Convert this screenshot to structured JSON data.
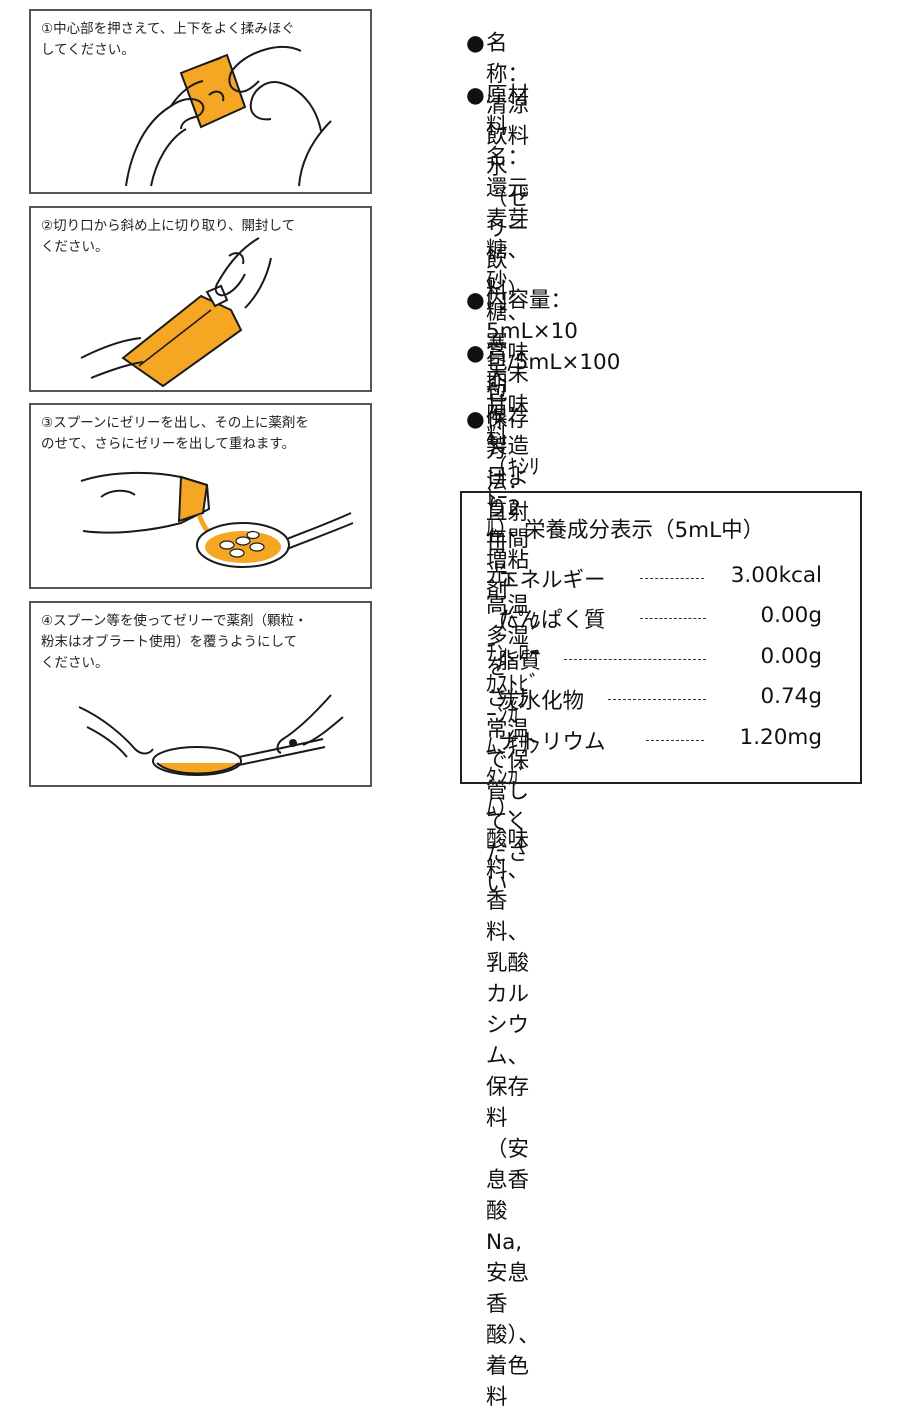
{
  "steps": [
    {
      "text": "①中心部を押さえて、上下をよく揉みほぐ\nしてください。"
    },
    {
      "text": "②切り口から斜め上に切り取り、開封して\nください。"
    },
    {
      "text": "③スプーンにゼリーを出し、その上に薬剤を\nのせて、さらにゼリーを出して重ねます。"
    },
    {
      "text": "④スプーン等を使ってゼリーで薬剤（顆粒・\n粉末はオブラート使用）を覆うようにして\nください。"
    }
  ],
  "info": {
    "bullet": "●",
    "name": "名称：清涼飲料水（ゼリー飲料）",
    "ingredients": "原材料名：還元麦芽糖、砂糖、寒\n天末甘味料 （ｷｼﾘﾄｰﾙ）、増粘剤\n（ﾍﾟｸﾁﾝ､ﾛｰｶｽﾄﾋﾞｰﾝｶﾞﾑ､ｷｻﾝﾀﾝｶﾞﾑ）、\n酸味料、香料、乳酸カルシウム、\n保存料（安息香酸Na,安息香酸）、\n着色料",
    "volume": "内容量：5mL×10包/5mL×100包",
    "expiry": "賞味期限：製造日より2年間",
    "storage": "保存方法：直射日光、高温多湿を\nさけ常温で保管してください"
  },
  "nutrition": {
    "title": "栄養成分表示（5mL中）",
    "rows": [
      {
        "name": "エネルギー",
        "value": "3.00kcal"
      },
      {
        "name": "たんぱく質",
        "value": "0.00g"
      },
      {
        "name": "脂質",
        "value": "0.00g"
      },
      {
        "name": "炭水化物",
        "value": "0.74g"
      },
      {
        "name": "ナトリウム",
        "value": "1.20mg"
      }
    ]
  },
  "colors": {
    "jelly": "#f5a623",
    "line": "#1a1a1a"
  }
}
